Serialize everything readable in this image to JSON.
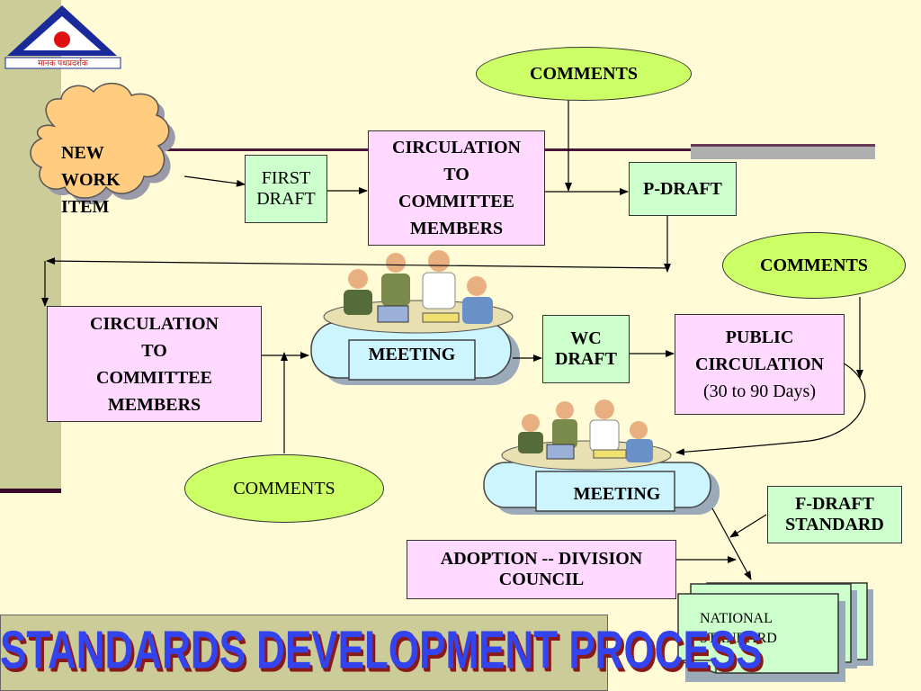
{
  "logo": {
    "caption": "मानक पथप्रदर्शक"
  },
  "title": "STANDARDS DEVELOPMENT PROCESS",
  "nodes": {
    "new_work_item": [
      "NEW",
      "WORK",
      "ITEM"
    ],
    "first_draft": [
      "FIRST",
      "DRAFT"
    ],
    "circulation_top": [
      "CIRCULATION",
      "TO",
      "COMMITTEE",
      "MEMBERS"
    ],
    "comments_top": "COMMENTS",
    "p_draft": "P-DRAFT",
    "comments_right": "COMMENTS",
    "circulation_left": [
      "CIRCULATION",
      "TO",
      "COMMITTEE",
      "MEMBERS"
    ],
    "meeting_1": "MEETING",
    "wc_draft": [
      "WC",
      "DRAFT"
    ],
    "public_circulation": [
      "PUBLIC",
      "CIRCULATION",
      "(30 to 90 Days)"
    ],
    "comments_bottom": "COMMENTS",
    "meeting_2": "MEETING",
    "f_draft": [
      "F-DRAFT",
      "STANDARD"
    ],
    "adoption": [
      "ADOPTION -- DIVISION",
      "COUNCIL"
    ],
    "national_standard": [
      "NATIONAL",
      "STANDARD"
    ]
  },
  "colors": {
    "background": "#fffbd6",
    "sidebar": "#cccc99",
    "pink_box": "#ffd9ff",
    "green_box": "#ccffcc",
    "comment_ellipse": "#ccff66",
    "cloud": "#ffcc80",
    "meeting_base": "#ccf5ff",
    "title_text": "#3344ee",
    "logo_blue": "#1a2a9a",
    "logo_red": "#e01010"
  },
  "icons": [
    "logo-emblem",
    "cloud-shape",
    "meeting-people-illustration",
    "document-stack"
  ]
}
